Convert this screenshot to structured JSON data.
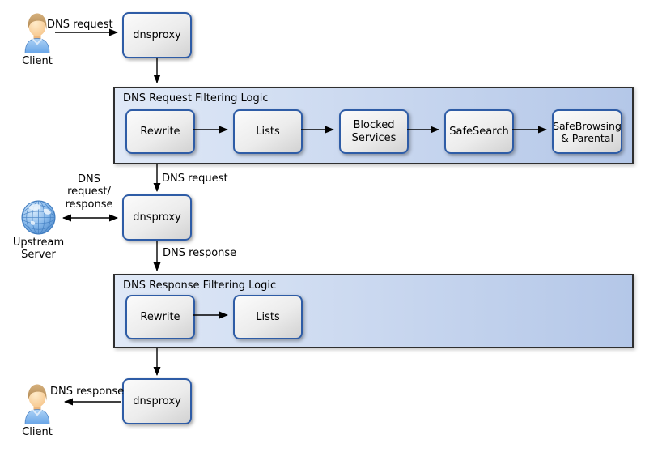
{
  "nodes": {
    "client_top": {
      "label": "Client"
    },
    "dnsproxy_top": {
      "label": "dnsproxy"
    },
    "dnsproxy_middle": {
      "label": "dnsproxy"
    },
    "dnsproxy_bottom": {
      "label": "dnsproxy"
    },
    "upstream_server": {
      "label": "Upstream Server"
    },
    "client_bottom": {
      "label": "Client"
    }
  },
  "containers": {
    "request_filtering": {
      "title": "DNS Request Filtering Logic",
      "steps": [
        {
          "label": "Rewrite"
        },
        {
          "label": "Lists"
        },
        {
          "label": "Blocked Services"
        },
        {
          "label": "SafeSearch"
        },
        {
          "label": "SafeBrowsing & Parental"
        }
      ]
    },
    "response_filtering": {
      "title": "DNS Response Filtering Logic",
      "steps": [
        {
          "label": "Rewrite"
        },
        {
          "label": "Lists"
        }
      ]
    }
  },
  "edge_labels": {
    "client_to_proxy": "DNS request",
    "proxy_to_request_filter": "DNS request",
    "upstream_exchange": "DNS request/ response",
    "proxy_to_response_filter": "DNS response",
    "proxy_to_client": "DNS response"
  },
  "colors": {
    "container_fill_left": "#e0e9f7",
    "container_fill_right": "#b4c7e8",
    "container_border": "#2f2f2f",
    "node_border": "#2e5ca6",
    "node_fill_top": "#fbfbfb",
    "node_fill_bottom": "#d2d2d2",
    "arrow": "#000000",
    "background": "#ffffff"
  }
}
